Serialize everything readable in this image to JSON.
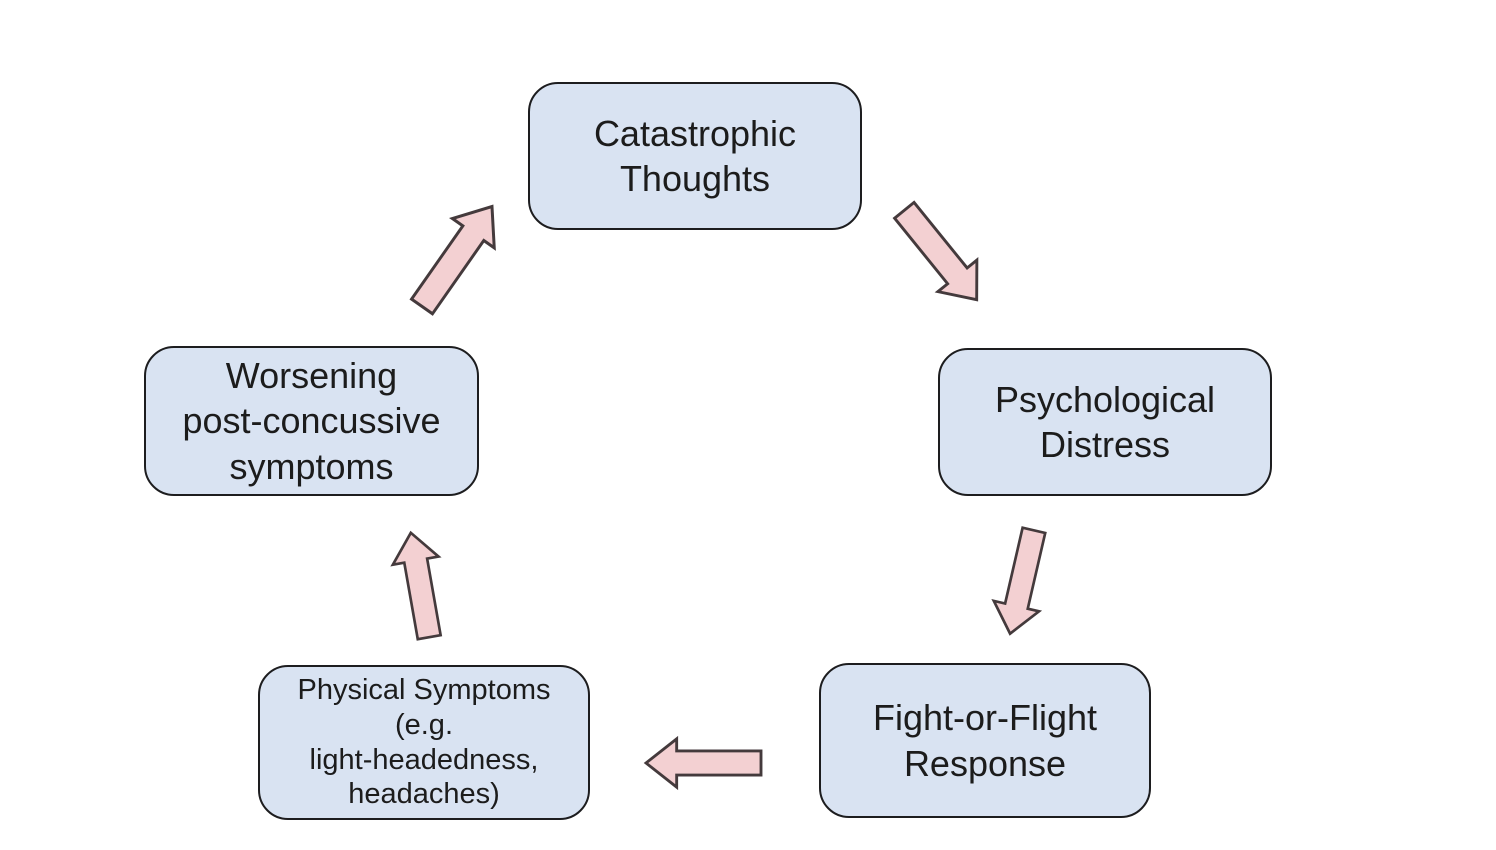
{
  "colors": {
    "background": "#ffffff",
    "box_fill": "#d9e3f2",
    "box_border": "#1d1d1f",
    "text_color": "#1c1c1c",
    "arrow_fill": "#f3d0d2",
    "arrow_border": "#443a3c"
  },
  "nodes": {
    "catastrophic": {
      "label": "Catastrophic\nThoughts"
    },
    "psychological": {
      "label": "Psychological\nDistress"
    },
    "fight_or_flight": {
      "label": "Fight-or-Flight\nResponse"
    },
    "physical": {
      "label": "Physical Symptoms\n(e.g.\nlight-headedness,\nheadaches)"
    },
    "worsening": {
      "label": "Worsening\npost-concussive\nsymptoms"
    }
  },
  "arrows": [
    {
      "name": "catastrophic-to-psychological",
      "from": "catastrophic",
      "to": "psychological",
      "direction": "down-right"
    },
    {
      "name": "psychological-to-fight-or-flight",
      "from": "psychological",
      "to": "fight_or_flight",
      "direction": "down"
    },
    {
      "name": "fight-or-flight-to-physical",
      "from": "fight_or_flight",
      "to": "physical",
      "direction": "left"
    },
    {
      "name": "physical-to-worsening",
      "from": "physical",
      "to": "worsening",
      "direction": "up"
    },
    {
      "name": "worsening-to-catastrophic",
      "from": "worsening",
      "to": "catastrophic",
      "direction": "up-right"
    }
  ]
}
